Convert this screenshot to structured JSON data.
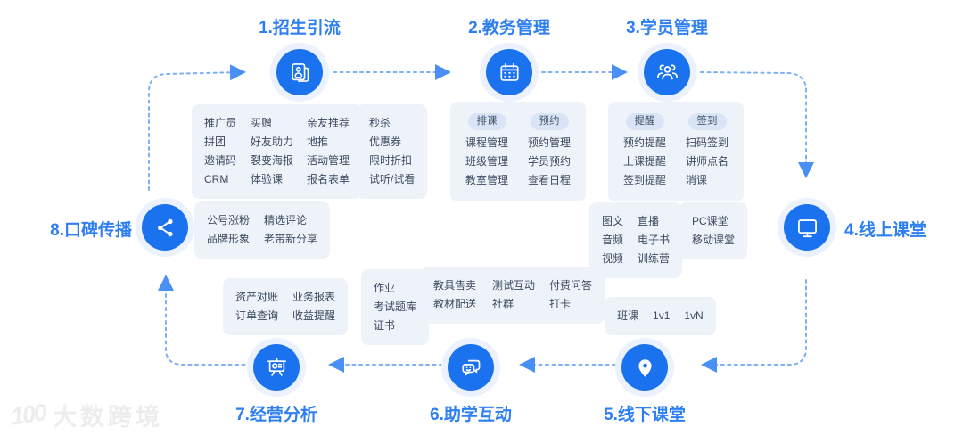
{
  "colors": {
    "node_blue": "#1B72EE",
    "title_blue": "#2E7FF2",
    "box_bg": "#EEF3FA",
    "pill_bg": "#D9E5F6",
    "box_text": "#3B4A60",
    "dash_line": "#7FB0F7",
    "arrowhead": "#4A90F4"
  },
  "nodes": [
    {
      "label": "1.招生引流",
      "icon": "id-card-icon"
    },
    {
      "label": "2.教务管理",
      "icon": "calendar-icon"
    },
    {
      "label": "3.学员管理",
      "icon": "users-icon"
    },
    {
      "label": "4.线上课堂",
      "icon": "monitor-icon"
    },
    {
      "label": "5.线下课堂",
      "icon": "location-pin-icon"
    },
    {
      "label": "6.助学互动",
      "icon": "chat-icon"
    },
    {
      "label": "7.经营分析",
      "icon": "presentation-icon"
    },
    {
      "label": "8.口碑传播",
      "icon": "share-icon"
    }
  ],
  "groups": {
    "recruit_a": [
      {
        "pill": null,
        "items": [
          "推广员",
          "拼团",
          "邀请码",
          "CRM"
        ]
      },
      {
        "pill": null,
        "items": [
          "买赠",
          "好友助力",
          "裂变海报",
          "体验课"
        ]
      }
    ],
    "recruit_b": [
      {
        "pill": null,
        "items": [
          "亲友推荐",
          "地推",
          "活动管理",
          "报名表单"
        ]
      }
    ],
    "recruit_c": [
      {
        "pill": null,
        "items": [
          "秒杀",
          "优惠券",
          "限时折扣",
          "试听/试看"
        ]
      }
    ],
    "teaching": [
      {
        "pill": "排课",
        "items": [
          "课程管理",
          "班级管理",
          "教室管理"
        ]
      },
      {
        "pill": "预约",
        "items": [
          "预约管理",
          "学员预约",
          "查看日程"
        ]
      }
    ],
    "students": [
      {
        "pill": "提醒",
        "items": [
          "预约提醒",
          "上课提醒",
          "签到提醒"
        ]
      },
      {
        "pill": "签到",
        "items": [
          "扫码签到",
          "讲师点名",
          "消课"
        ]
      }
    ],
    "online_content": [
      {
        "pill": null,
        "items": [
          "图文",
          "音频",
          "视频"
        ]
      },
      {
        "pill": null,
        "items": [
          "直播",
          "电子书",
          "训练营"
        ]
      }
    ],
    "online_platform": [
      {
        "pill": null,
        "items": [
          "PC课堂",
          "移动课堂"
        ]
      }
    ],
    "word_of_mouth": [
      {
        "pill": null,
        "items": [
          "公号涨粉",
          "品牌形象"
        ]
      },
      {
        "pill": null,
        "items": [
          "精选评论",
          "老带新分享"
        ]
      }
    ],
    "analysis": [
      {
        "pill": null,
        "items": [
          "资产对账",
          "订单查询"
        ]
      },
      {
        "pill": null,
        "items": [
          "业务报表",
          "收益提醒"
        ]
      }
    ],
    "homework": [
      {
        "pill": null,
        "items": [
          "作业",
          "考试题库",
          "证书"
        ]
      }
    ],
    "materials": [
      {
        "pill": null,
        "items": [
          "教具售卖",
          "教材配送"
        ]
      }
    ],
    "interaction": [
      {
        "pill": null,
        "items": [
          "测试互动",
          "社群"
        ]
      },
      {
        "pill": null,
        "items": [
          "付费问答",
          "打卡"
        ]
      }
    ],
    "class_modes": [
      {
        "pill": null,
        "items": [
          "班课"
        ]
      },
      {
        "pill": null,
        "items": [
          "1v1"
        ]
      },
      {
        "pill": null,
        "items": [
          "1vN"
        ]
      }
    ]
  },
  "watermark": {
    "logo": "100",
    "text": "大数跨境"
  }
}
